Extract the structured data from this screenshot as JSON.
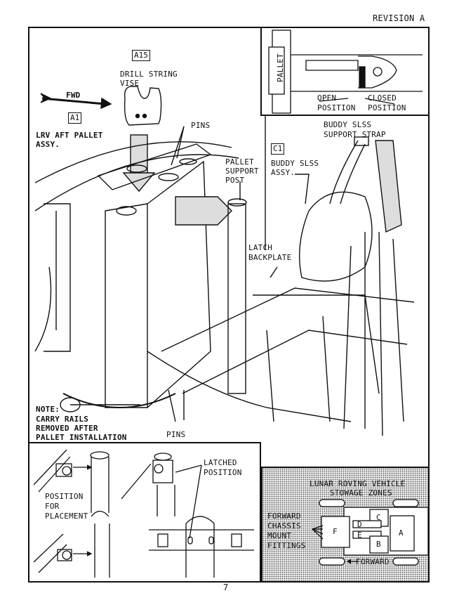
{
  "header": {
    "revision": "REVISION A"
  },
  "main_figure": {
    "fwd_arrow_label": "FWD",
    "callouts": {
      "a15_tag": "A15",
      "a15_label": [
        "DRILL STRING",
        "VISE"
      ],
      "a1_tag": "A1",
      "a1_label": [
        "LRV AFT PALLET",
        "ASSY."
      ],
      "pins_top": "PINS",
      "pallet_support_post": [
        "PALLET",
        "SUPPORT",
        "POST"
      ],
      "c1_tag": "C1",
      "c1_label": [
        "BUDDY SLSS",
        "ASSY."
      ],
      "buddy_strap": [
        "BUDDY SLSS",
        "SUPPORT STRAP"
      ],
      "latch_backplate": [
        "LATCH",
        "BACKPLATE"
      ],
      "pins_bottom": "PINS"
    },
    "note": [
      "NOTE:",
      "CARRY RAILS",
      "REMOVED AFTER",
      "PALLET INSTALLATION"
    ]
  },
  "latch_inset": {
    "pallet_label": "PALLET",
    "open_position": [
      "OPEN",
      "POSITION"
    ],
    "closed_position": [
      "CLOSED",
      "POSITION"
    ]
  },
  "post_inset": {
    "position_for_placement": [
      "POSITION",
      "FOR",
      "PLACEMENT"
    ],
    "latched_position": [
      "LATCHED",
      "POSITION"
    ]
  },
  "stowage_inset": {
    "title": [
      "LUNAR ROVING VEHICLE",
      "STOWAGE ZONES"
    ],
    "fittings_label": [
      "FORWARD",
      "CHASSIS",
      "MOUNT",
      "FITTINGS"
    ],
    "zones": [
      "A",
      "B",
      "C",
      "D",
      "E",
      "F"
    ],
    "forward_label": "FORWARD"
  },
  "footer": {
    "page_number": "7"
  }
}
